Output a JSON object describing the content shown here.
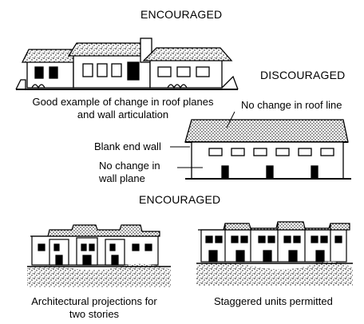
{
  "headings": {
    "top": "ENCOURAGED",
    "discouraged": "DISCOURAGED",
    "bottom": "ENCOURAGED"
  },
  "captions": {
    "good_example_line1": "Good example of change in roof planes",
    "good_example_line2": "and wall articulation",
    "projections_line1": "Architectural projections for",
    "projections_line2": "two stories",
    "staggered": "Staggered units permitted"
  },
  "callouts": {
    "no_change_roof": "No change in roof line",
    "blank_end_wall": "Blank end wall",
    "no_change_wall_line1": "No change in",
    "no_change_wall_line2": "wall plane"
  }
}
